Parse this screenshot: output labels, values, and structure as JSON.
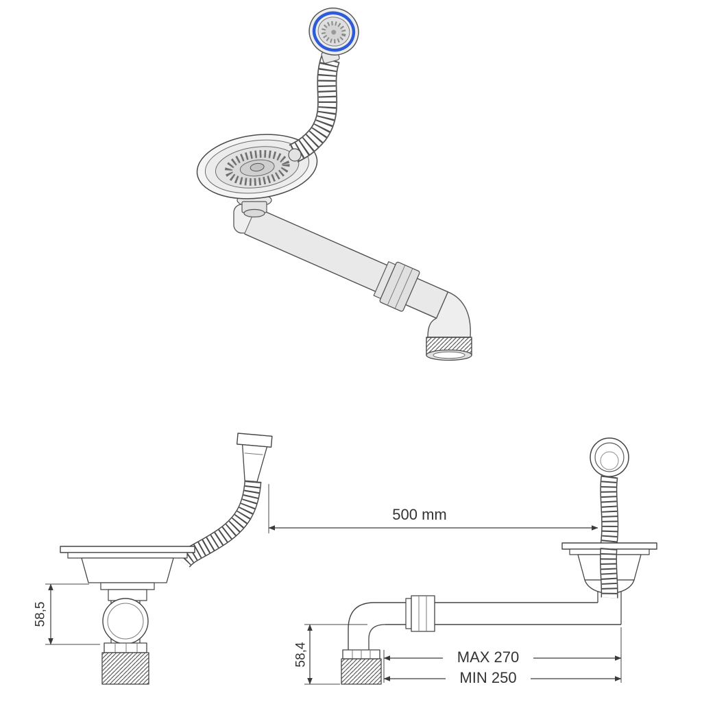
{
  "page": {
    "background": "#ffffff"
  },
  "drawing": {
    "subject": "Sink strainer waste drain set with overflow hose - technical drawing",
    "views": {
      "perspective": "3D assembly view",
      "left": "Drain side view with overflow hose",
      "right": "Drain front view with overflow hose",
      "bottom": "Horizontal waste pipe with elbow"
    },
    "labels": {
      "span_width": "500 mm",
      "left_drain_height": "58,5",
      "waste_pipe_height": "58,4",
      "pipe_max_length": "MAX 270",
      "pipe_min_length": "MIN 250"
    },
    "colors": {
      "line": "#444444",
      "accent_blue": "#2e5bd7",
      "metal_light": "#ededed",
      "background": "#ffffff"
    }
  }
}
